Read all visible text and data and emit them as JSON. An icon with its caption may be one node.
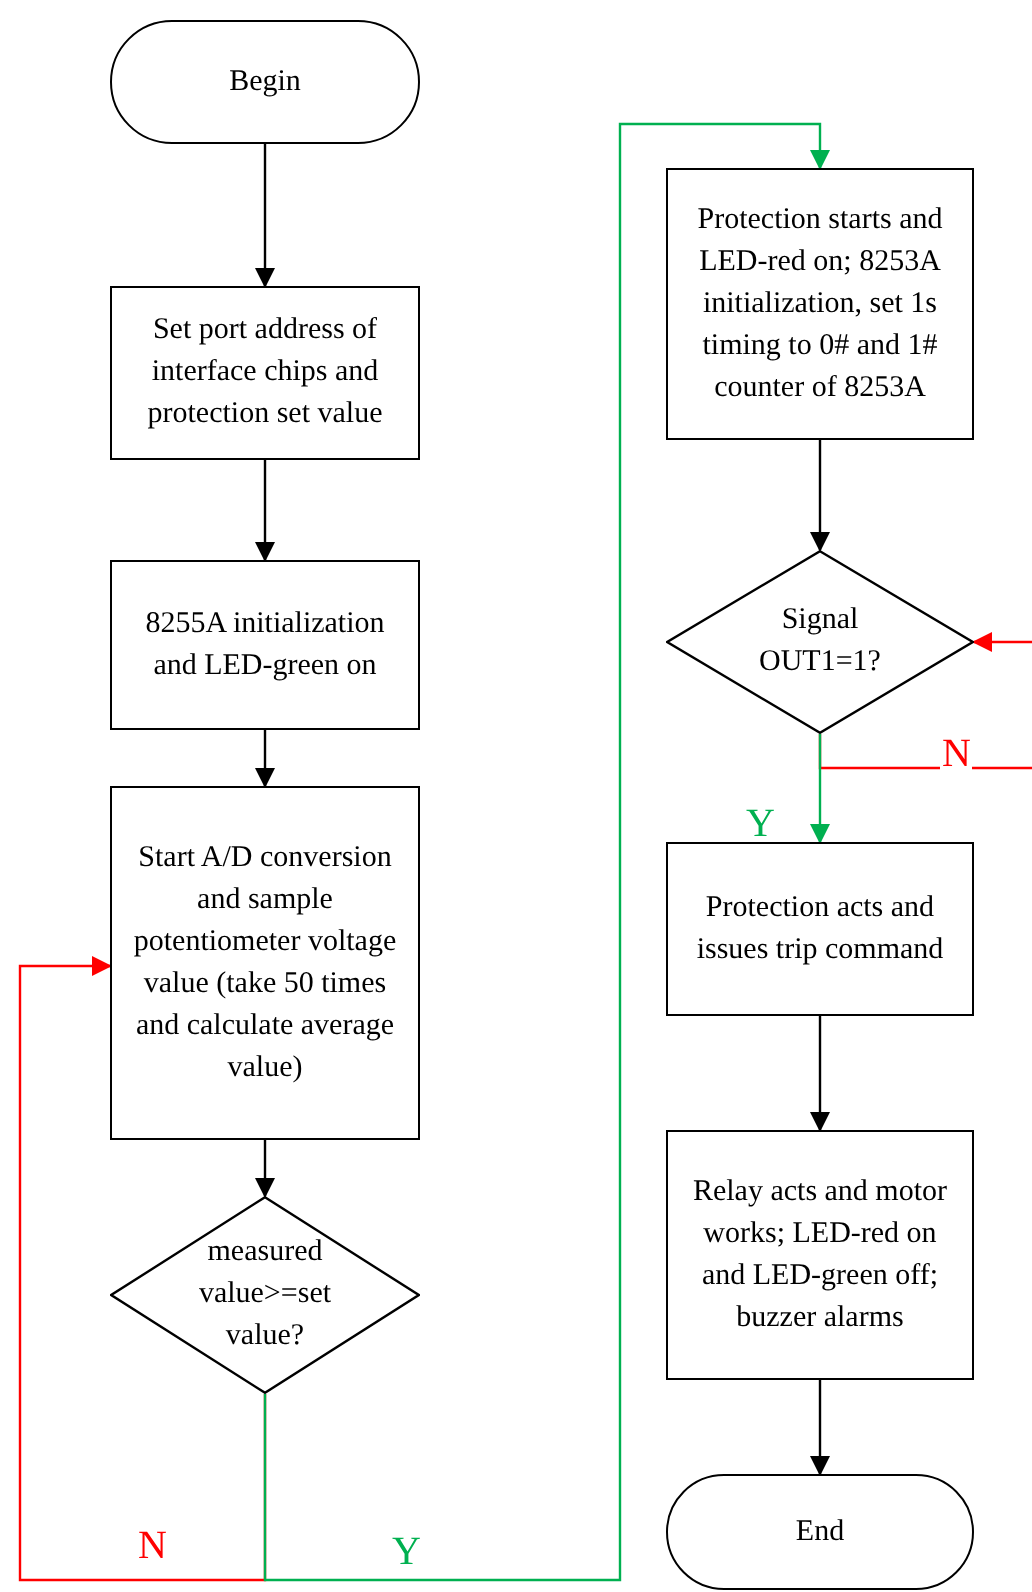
{
  "diagram": {
    "nodes": [
      {
        "text": [
          "Begin"
        ]
      },
      {
        "text": [
          "Set port address of interface chips and protection set value"
        ]
      },
      {
        "text": [
          "8255A initialization and LED-green on"
        ]
      },
      {
        "text": [
          "Start A/D conversion and sample potentiometer voltage value (take 50 times and calculate average value)"
        ]
      },
      {
        "text": [
          "measured value>=set value?"
        ]
      },
      {
        "text": [
          "Protection starts and LED-red on; 8253A initialization, set 1s timing to 0# and 1# counter of 8253A"
        ]
      },
      {
        "text": [
          "Signal OUT1=1?"
        ]
      },
      {
        "text": [
          "Protection acts and issues trip command"
        ]
      },
      {
        "text": [
          "Relay acts and motor works; LED-red on and LED-green off; buzzer alarms"
        ]
      },
      {
        "text": [
          "End"
        ]
      }
    ],
    "edges": [
      {
        "from": 0,
        "to": 1,
        "arrow": "to"
      },
      {
        "from": 1,
        "to": 2,
        "arrow": "to"
      },
      {
        "from": 2,
        "to": 3,
        "arrow": "to"
      },
      {
        "from": 3,
        "to": 4,
        "arrow": "to"
      },
      {
        "from": 4,
        "to": 3,
        "arrow": "to",
        "label": "N",
        "color": "#ff0000"
      },
      {
        "from": 4,
        "to": 5,
        "arrow": "to",
        "label": "Y",
        "color": "#00b050"
      },
      {
        "from": 5,
        "to": 6,
        "arrow": "to"
      },
      {
        "from": null,
        "to": 6,
        "arrow": "to",
        "color": "#ff0000"
      },
      {
        "from": 6,
        "to": null,
        "arrow": "none",
        "label": "N",
        "color": "#ff0000"
      },
      {
        "from": 6,
        "to": 7,
        "arrow": "to",
        "label": "Y",
        "color": "#00b050"
      },
      {
        "from": 7,
        "to": 8,
        "arrow": "to"
      },
      {
        "from": 8,
        "to": 9,
        "arrow": "to"
      }
    ]
  }
}
